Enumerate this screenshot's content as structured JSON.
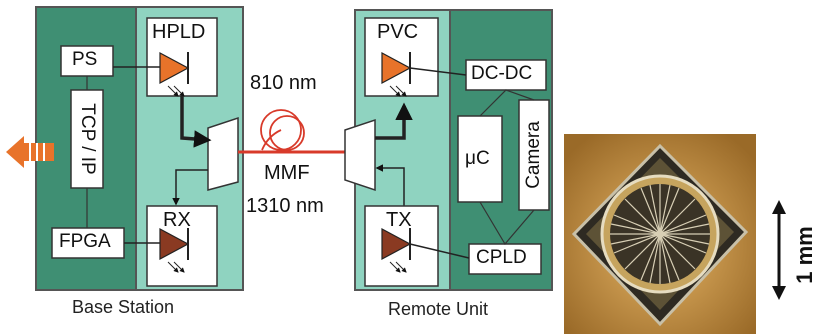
{
  "base_station": {
    "caption": "Base Station",
    "ps": "PS",
    "tcpip": "TCP / IP",
    "fpga": "FPGA",
    "hpld": "HPLD",
    "rx": "RX"
  },
  "link": {
    "wavelength_top": "810 nm",
    "fiber": "MMF",
    "wavelength_bottom": "1310 nm"
  },
  "remote_unit": {
    "caption": "Remote Unit",
    "pvc": "PVC",
    "dcdc": "DC-DC",
    "uc": "μC",
    "camera": "Camera",
    "tx": "TX",
    "cpld": "CPLD"
  },
  "scale": {
    "label": "1 mm"
  },
  "colors": {
    "dark_green": "#3f8f73",
    "light_green": "#8fd3c0",
    "laser_orange": "#e8732a",
    "receiver_brown": "#8a3a22",
    "fiber_red": "#d83a2a"
  }
}
